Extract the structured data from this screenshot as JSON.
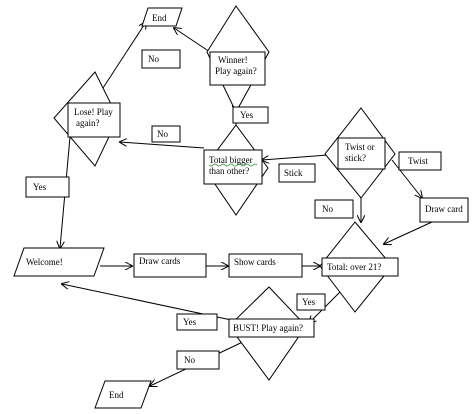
{
  "nodes": {
    "end_top": {
      "label": "End"
    },
    "end_bottom": {
      "label": "End"
    },
    "winner": {
      "lines": [
        "Winner!",
        "Play again?"
      ]
    },
    "lose": {
      "lines": [
        "Lose! Play",
        "again?"
      ]
    },
    "total_bigger": {
      "lines": [
        "Total bigger",
        "than other?"
      ]
    },
    "twist_or_stick": {
      "lines": [
        "Twist or",
        "stick?"
      ]
    },
    "welcome": {
      "label": "Welcome!"
    },
    "draw_cards": {
      "label": "Draw cards"
    },
    "show_cards": {
      "label": "Show cards"
    },
    "total_over_21": {
      "label": "Total: over 21?"
    },
    "draw_card": {
      "label": "Draw card"
    },
    "bust": {
      "label": "BUST! Play again?"
    }
  },
  "edge_labels": {
    "no_winner": "No",
    "yes_winner": "Yes",
    "no_total": "No",
    "yes_lose": "Yes",
    "stick": "Stick",
    "twist": "Twist",
    "no_over21": "No",
    "yes_over21": "Yes",
    "yes_bust": "Yes",
    "no_bust": "No"
  }
}
